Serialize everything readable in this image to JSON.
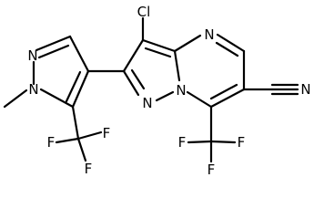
{
  "molecule": {
    "atoms": {
      "cl": "Cl",
      "n_pyrazole_top": "N",
      "n_pyrazole_methyl": "N",
      "n_pyrimidine": "N",
      "n_pyrazolo": "N",
      "n_bridge": "N",
      "n_nitrile": "N",
      "f_left_1": "F",
      "f_left_2": "F",
      "f_left_3": "F",
      "f_bottom_1": "F",
      "f_bottom_2": "F",
      "f_bottom_3": "F"
    }
  }
}
